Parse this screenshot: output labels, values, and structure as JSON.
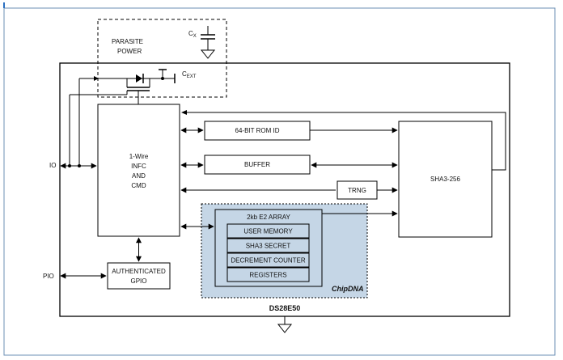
{
  "parasite_power": {
    "title_line1": "PARASITE",
    "title_line2": "POWER",
    "cx_main": "C",
    "cx_sub": "X",
    "cext_main": "C",
    "cext_sub": "EXT"
  },
  "interface_block": {
    "line1": "1-Wire",
    "line2": "INFC",
    "line3": "AND",
    "line4": "CMD"
  },
  "pins": {
    "io": "IO",
    "pio": "PIO"
  },
  "blocks": {
    "rom_id": "64-BIT ROM ID",
    "buffer": "BUFFER",
    "trng": "TRNG",
    "sha3": "SHA3-256",
    "gpio_line1": "AUTHENTICATED",
    "gpio_line2": "GPIO"
  },
  "chipdna": {
    "label": "ChipDNA",
    "array_title": "2kb E2 ARRAY",
    "rows": [
      "USER MEMORY",
      "SHA3 SECRET",
      "DECREMENT COUNTER",
      "REGISTERS"
    ]
  },
  "chip_name": "DS28E50",
  "colors": {
    "chipdna_fill": "#c5d6e6",
    "frame": "#6b8fb4",
    "line": "#000000"
  }
}
